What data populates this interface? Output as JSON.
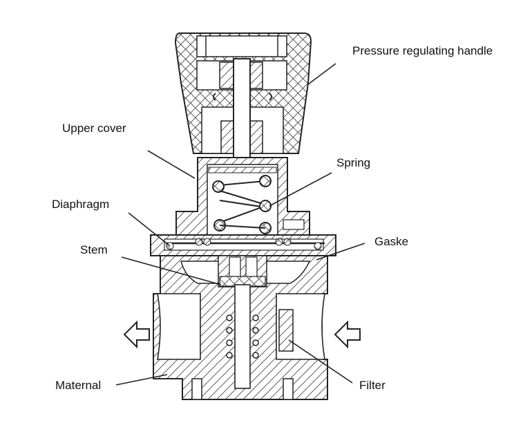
{
  "labels": {
    "handle": "Pressure regulating handle",
    "upper_cover": "Upper cover",
    "spring": "Spring",
    "diaphragm": "Diaphragm",
    "stem": "Stem",
    "gasket": "Gaske",
    "material": "Maternal",
    "filter": "Filter"
  },
  "colors": {
    "line": "#2a2a2a",
    "background": "#ffffff"
  }
}
